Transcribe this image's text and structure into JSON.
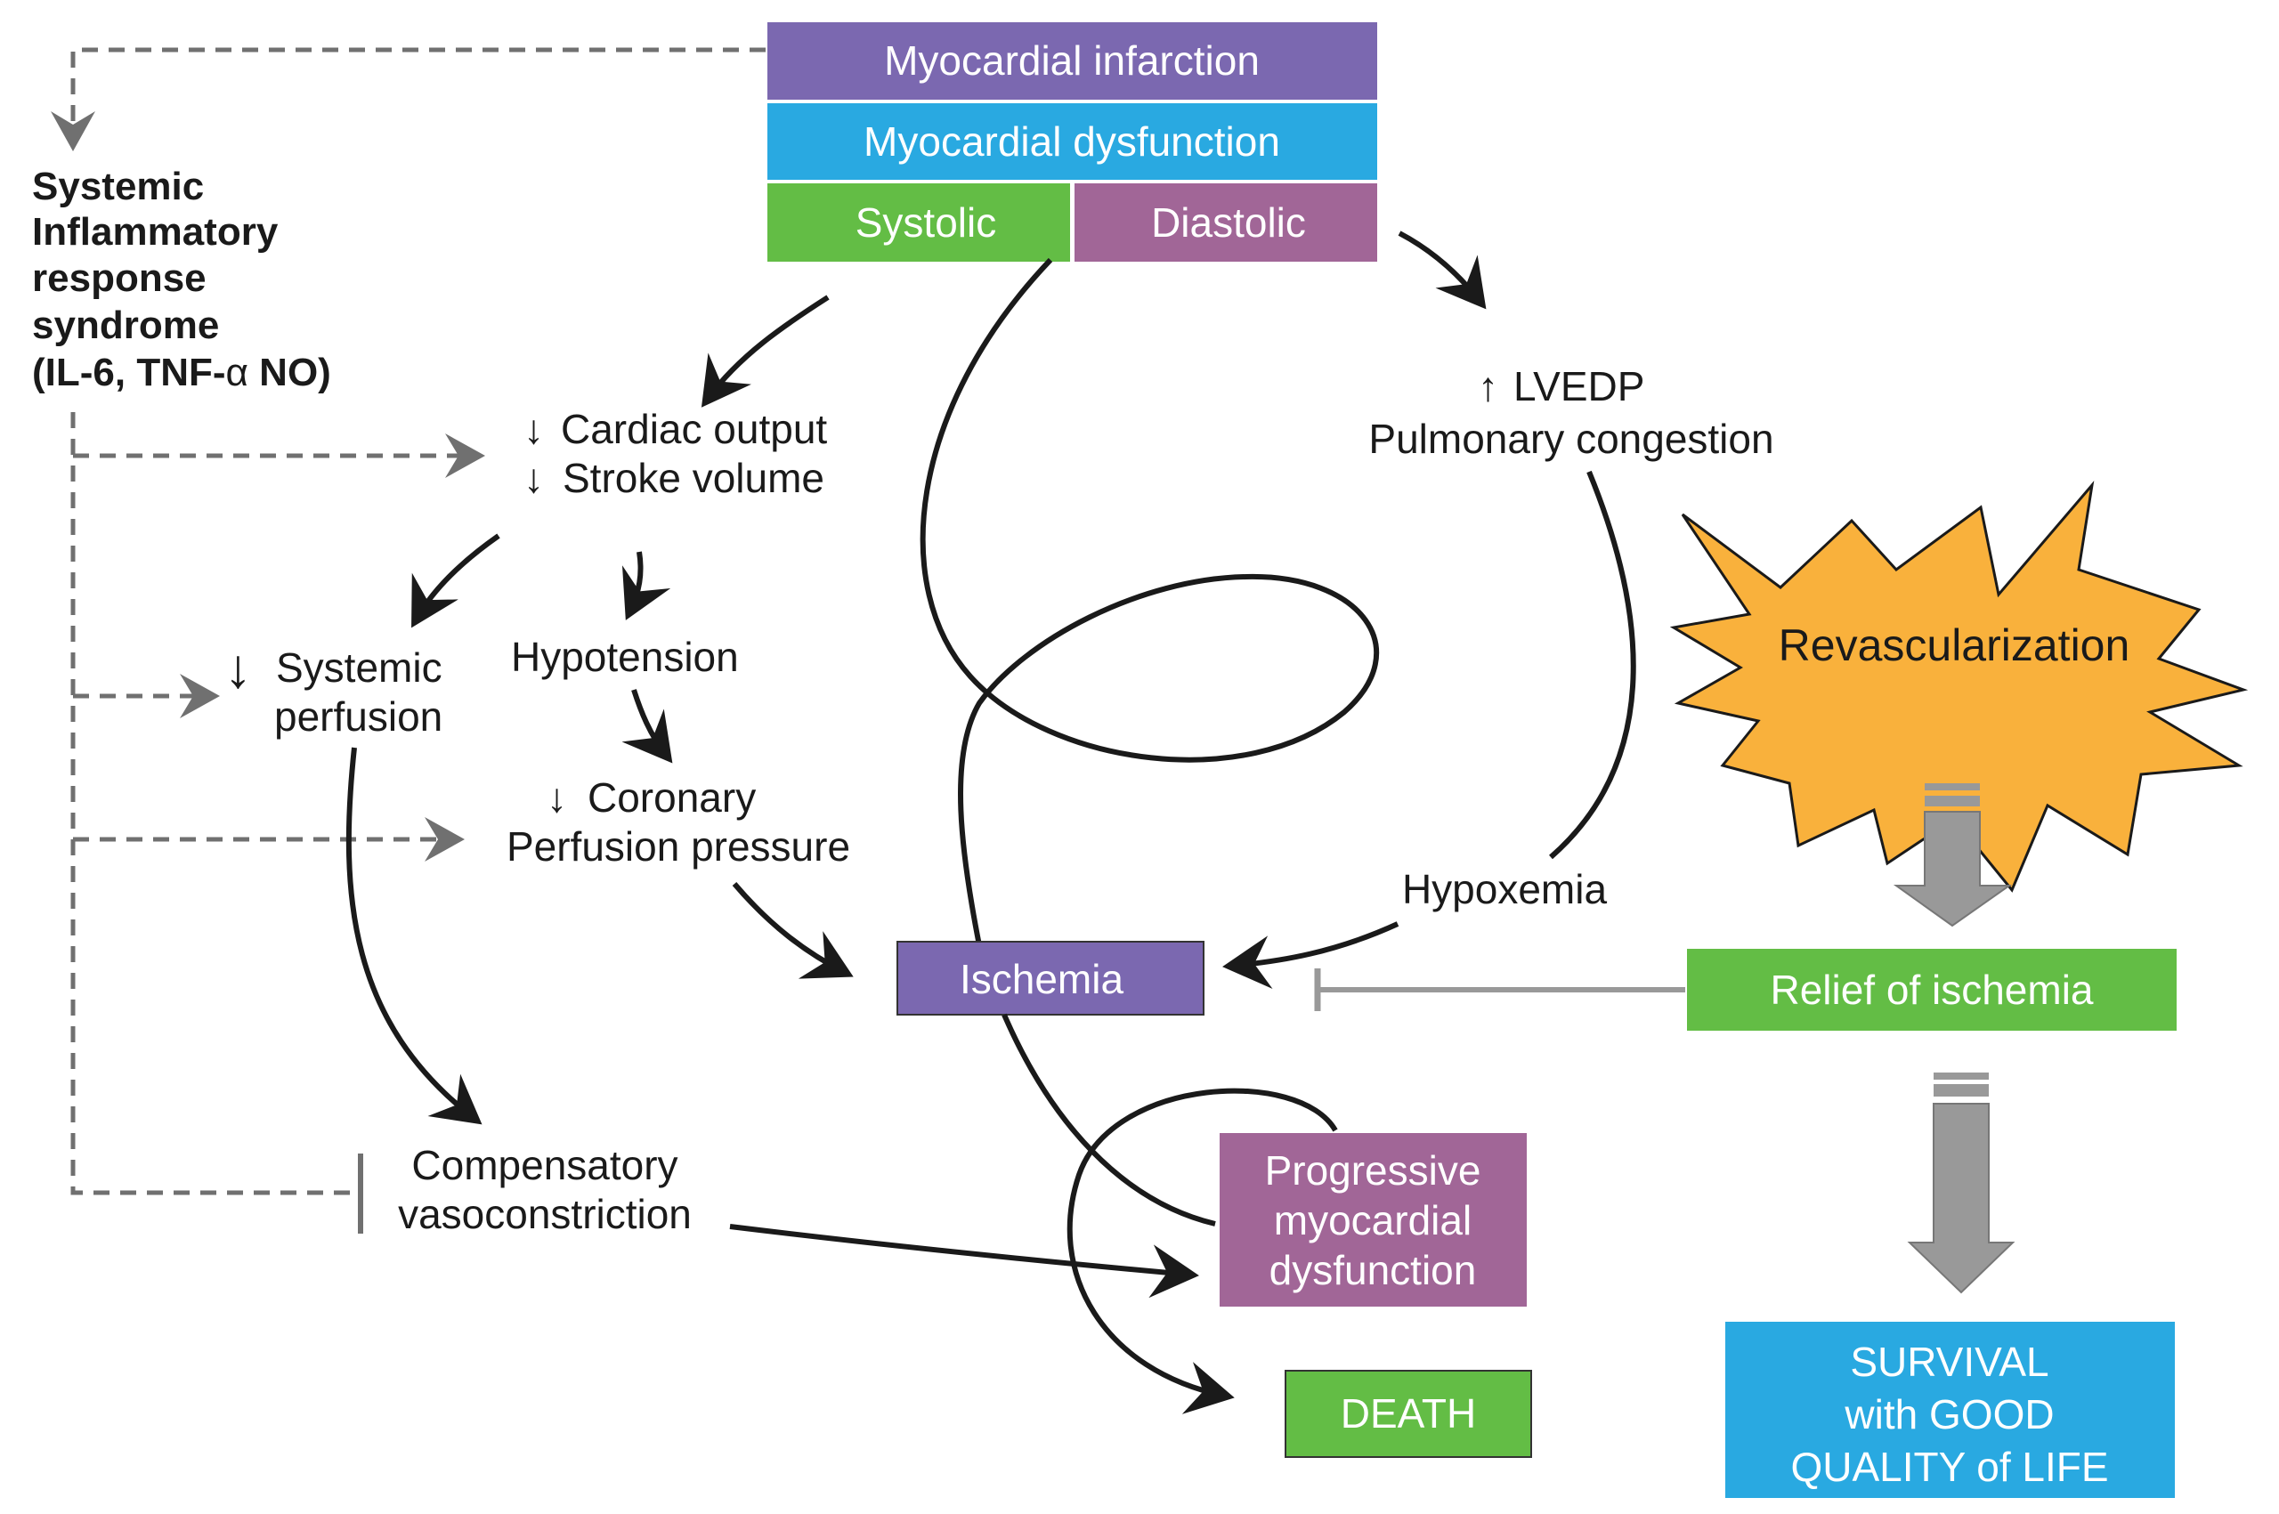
{
  "colors": {
    "purple": "#7b68b0",
    "blue": "#29a9e1",
    "green": "#63bd45",
    "mauve": "#a16697",
    "starburst": "#f9b13c",
    "arrow": "#1a1a1a",
    "dashed": "#707070",
    "gray_arrow": "#999999"
  },
  "header": {
    "mi": "Myocardial infarction",
    "dysfunction": "Myocardial dysfunction",
    "systolic": "Systolic",
    "diastolic": "Diastolic"
  },
  "sirs": {
    "line1": "Systemic",
    "line2": "Inflammatory",
    "line3": "response",
    "line4": "syndrome",
    "line5_a": "(IL-6, TNF-",
    "line5_alpha": "α",
    "line5_b": " NO)"
  },
  "nodes": {
    "cardiac_output": "Cardiac output",
    "stroke_volume": "Stroke volume",
    "lvedp": "LVEDP",
    "pulmonary_congestion": "Pulmonary congestion",
    "systemic": "Systemic",
    "perfusion": "perfusion",
    "hypotension": "Hypotension",
    "coronary": "Coronary",
    "perfusion_pressure": "Perfusion pressure",
    "hypoxemia": "Hypoxemia",
    "ischemia": "Ischemia",
    "relief": "Relief of ischemia",
    "revascularization": "Revascularization",
    "compensatory": "Compensatory",
    "vasoconstriction": "vasoconstriction",
    "progressive_1": "Progressive",
    "progressive_2": "myocardial",
    "progressive_3": "dysfunction",
    "death": "DEATH",
    "survival_1": "SURVIVAL",
    "survival_2": "with GOOD",
    "survival_3": "QUALITY of LIFE"
  }
}
